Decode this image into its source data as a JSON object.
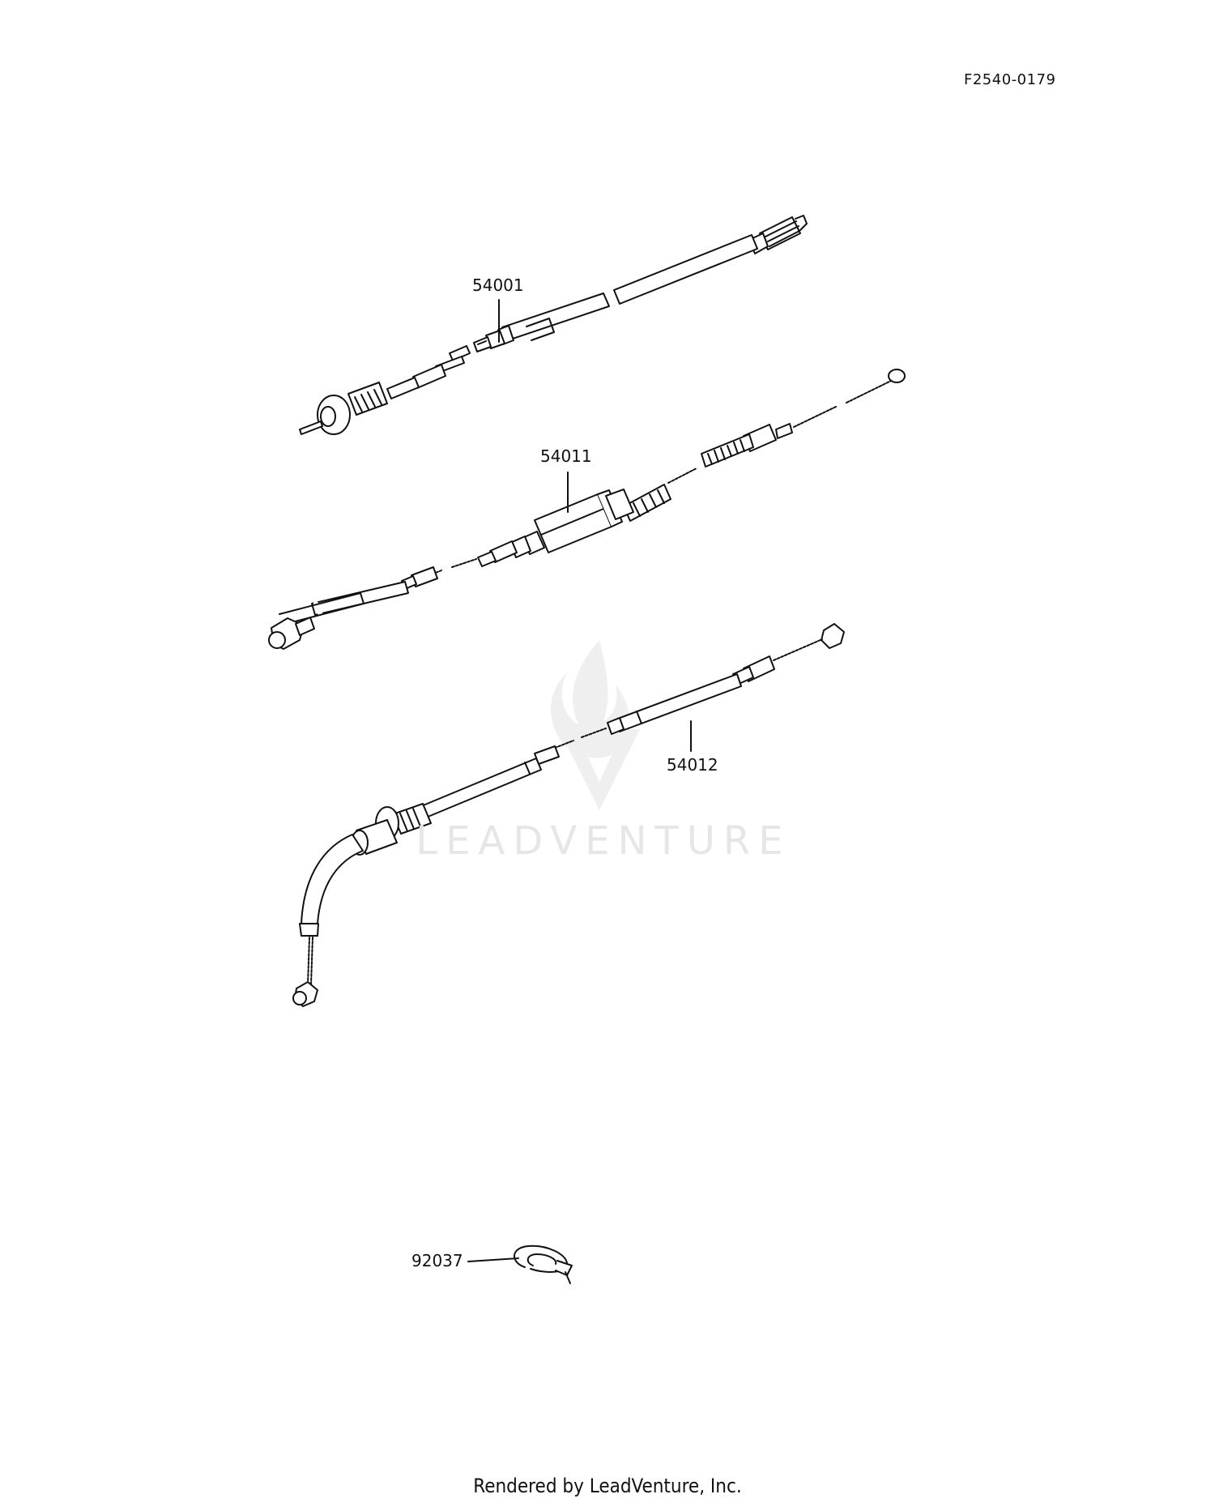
{
  "diagram": {
    "reference_code": "F2540-0179",
    "parts": [
      {
        "number": "54001"
      },
      {
        "number": "54011"
      },
      {
        "number": "54012"
      },
      {
        "number": "92037"
      }
    ],
    "watermark": "LEADVENTURE",
    "footer": "Rendered by LeadVenture, Inc."
  }
}
